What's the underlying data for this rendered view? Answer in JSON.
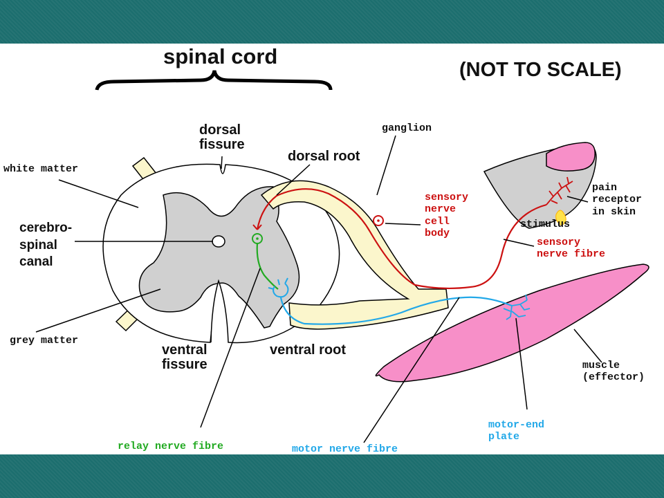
{
  "colors": {
    "frame": "#1c6e6e",
    "grey_matter": "#d0d0d0",
    "root": "#fbf6cc",
    "muscle": "#f78fc8",
    "sensory": "#cc1111",
    "relay": "#22aa22",
    "motor": "#22a8e8",
    "stimulus": "#ffe24a"
  },
  "header": {
    "title": "spinal cord",
    "note": "(NOT TO SCALE)"
  },
  "labels": {
    "white_matter": "white matter",
    "dorsal_fissure": "dorsal\nfissure",
    "dorsal_root": "dorsal root",
    "ganglion": "ganglion",
    "cerebrospinal_canal": "cerebro-\nspinal\ncanal",
    "grey_matter": "grey matter",
    "ventral_fissure": "ventral\nfissure",
    "ventral_root": "ventral root",
    "sensory_nerve_cell_body": "sensory\nnerve\ncell\nbody",
    "pain_receptor": "pain\nreceptor\nin skin",
    "stimulus": "stimulus",
    "sensory_nerve_fibre": "sensory\nnerve fibre",
    "muscle_effector": "muscle\n(effector)",
    "motor_end_plate": "motor-end\nplate",
    "relay_nerve_fibre": "relay nerve fibre",
    "motor_nerve_fibre": "motor nerve fibre"
  }
}
